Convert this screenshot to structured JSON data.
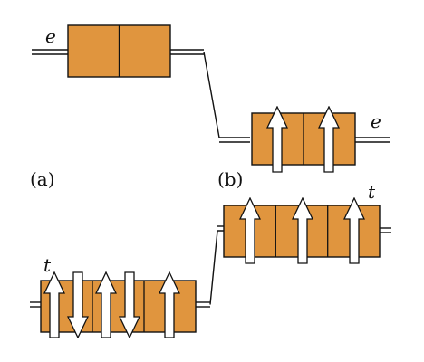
{
  "labels": {
    "panel_a": "(a)",
    "panel_b": "(b)",
    "e_left": "e",
    "e_right": "e",
    "t_left": "t",
    "t_right": "t"
  },
  "colors": {
    "box_fill": "#E0953E",
    "stroke": "#111111",
    "arrow_fill": "#ffffff"
  },
  "panels": {
    "a": {
      "high_level": {
        "label": "e",
        "boxes": 2,
        "spins": []
      },
      "low_level": {
        "label": "t",
        "boxes": 3,
        "spins": [
          "up-down",
          "up-down",
          "up"
        ]
      }
    },
    "b": {
      "low_level": {
        "label": "e",
        "boxes": 2,
        "spins": [
          "up",
          "up"
        ]
      },
      "high_level": {
        "label": "t",
        "boxes": 3,
        "spins": [
          "up",
          "up",
          "up"
        ]
      }
    }
  }
}
